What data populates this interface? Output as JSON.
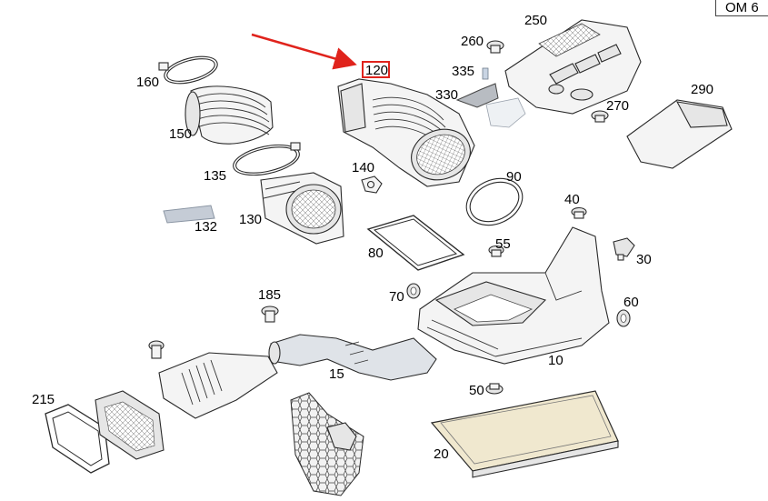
{
  "corner_label": "OM 6",
  "highlight_color": "#e0231c",
  "arrow_color": "#e0231c",
  "callouts": {
    "p10": "10",
    "p15": "15",
    "p20": "20",
    "p30": "30",
    "p40": "40",
    "p50": "50",
    "p55": "55",
    "p60": "60",
    "p70": "70",
    "p80": "80",
    "p90": "90",
    "p120": "120",
    "p130": "130",
    "p132": "132",
    "p135": "135",
    "p140": "140",
    "p150": "150",
    "p160": "160",
    "p185": "185",
    "p215": "215",
    "p250": "250",
    "p260": "260",
    "p270": "270",
    "p290": "290",
    "p330": "330",
    "p335": "335"
  }
}
